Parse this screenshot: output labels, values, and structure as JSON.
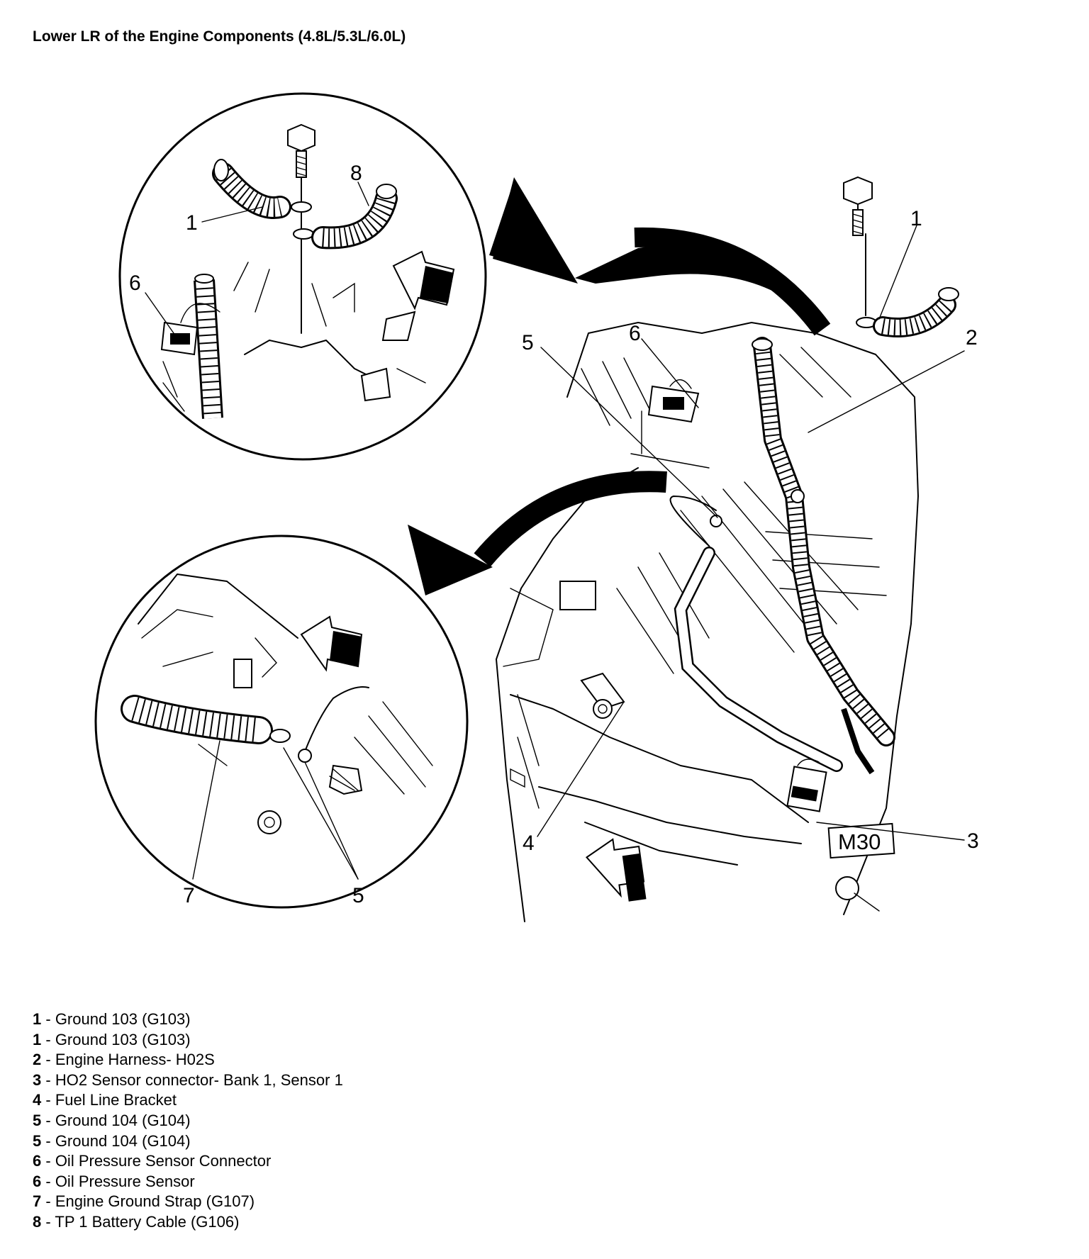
{
  "title": "Lower LR of the Engine Components (4.8L/5.3L/6.0L)",
  "callouts": {
    "top_detail": {
      "c1": "1",
      "c8": "8",
      "c6": "6"
    },
    "bottom_detail": {
      "c7": "7",
      "c5": "5"
    },
    "main_view": {
      "c5": "5",
      "c6": "6",
      "c1": "1",
      "c2": "2",
      "c3": "3",
      "c4": "4"
    },
    "engine_marking": "M30"
  },
  "legend": [
    {
      "num": "1",
      "sep": " - ",
      "text": "Ground 103 (G103)"
    },
    {
      "num": "1",
      "sep": " - ",
      "text": "Ground 103 (G103)"
    },
    {
      "num": "2",
      "sep": " - ",
      "text": "Engine Harness- H02S"
    },
    {
      "num": "3",
      "sep": " - ",
      "text": "HO2 Sensor connector- Bank 1, Sensor 1"
    },
    {
      "num": "4",
      "sep": " - ",
      "text": "Fuel Line Bracket"
    },
    {
      "num": "5",
      "sep": " - ",
      "text": "Ground 104 (G104)"
    },
    {
      "num": "5",
      "sep": " - ",
      "text": "Ground 104 (G104)"
    },
    {
      "num": "6",
      "sep": " - ",
      "text": "Oil Pressure Sensor Connector"
    },
    {
      "num": "6",
      "sep": " - ",
      "text": "Oil Pressure Sensor"
    },
    {
      "num": "7",
      "sep": " - ",
      "text": "Engine Ground Strap (G107)"
    },
    {
      "num": "8",
      "sep": " - ",
      "text": "TP 1 Battery Cable (G106)"
    }
  ]
}
